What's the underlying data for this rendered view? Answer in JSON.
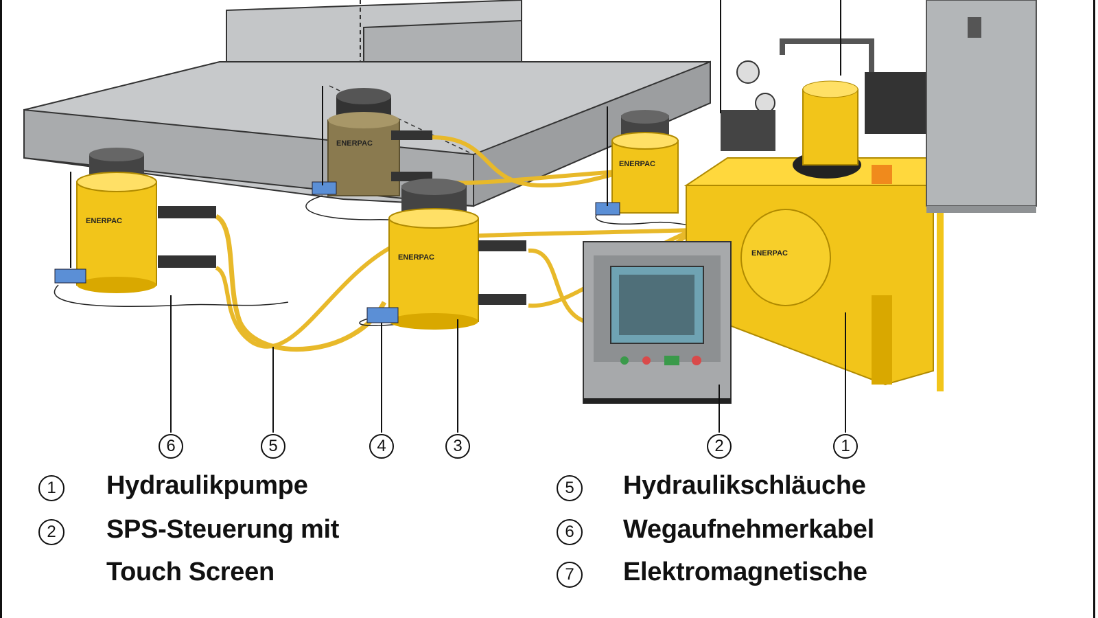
{
  "callouts": [
    "6",
    "5",
    "4",
    "3",
    "2",
    "1"
  ],
  "brand": "ENERPAC",
  "legend": [
    {
      "num": "1",
      "text": "Hydraulikpumpe"
    },
    {
      "num": "2",
      "text": "SPS-Steuerung mit"
    },
    {
      "num": "",
      "text": "Touch Screen"
    },
    {
      "num": "5",
      "text": "Hydraulikschläuche"
    },
    {
      "num": "6",
      "text": "Wegaufnehmerkabel"
    },
    {
      "num": "7",
      "text": "Elektromagnetische"
    }
  ],
  "colors": {
    "cylinder": "#f2c51a",
    "cylinder_dark": "#d9a800",
    "slab": "#b9bbbd",
    "slab_dark": "#8e9092",
    "hose": "#e8b92a",
    "panel": "#a7a9ab"
  }
}
